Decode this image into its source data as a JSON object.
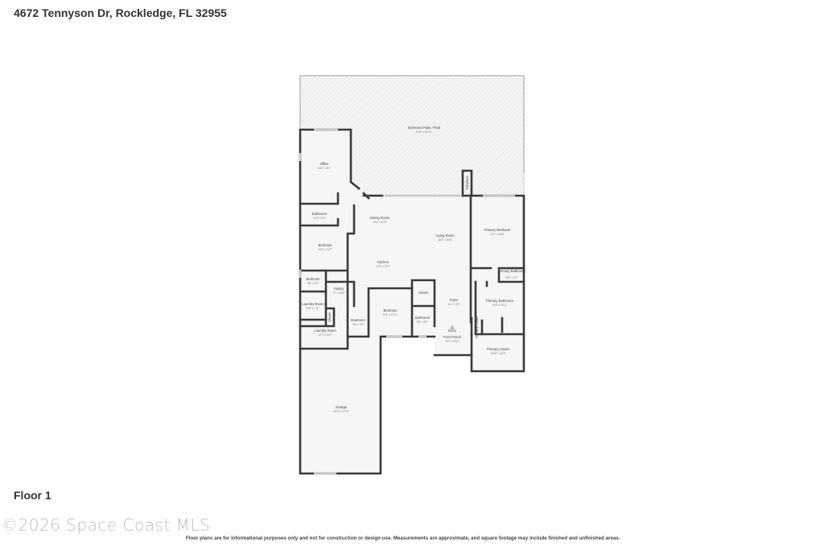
{
  "header": {
    "address": "4672 Tennyson Dr, Rockledge, FL 32955"
  },
  "floor_label": "Floor 1",
  "watermark": "©2026 Space Coast MLS",
  "disclaimer": "Floor plans are for informational purposes only and not for construction or design use. Measurements are approximate, and square footage may include finished and unfinished areas.",
  "rooms": [
    {
      "name": "Screened Patio / Pool",
      "dims": "67'6\" x 32'10\""
    },
    {
      "name": "Office",
      "dims": "13'8\" x 20'7\""
    },
    {
      "name": "Bathroom",
      "dims": "10'2\" x 5'3\""
    },
    {
      "name": "Bedroom",
      "dims": "14'3\" x 12'7\""
    },
    {
      "name": "Dining Room",
      "dims": "14'1\" x 11'5\""
    },
    {
      "name": "Living Room",
      "dims": "18'2\" x 20'6\""
    },
    {
      "name": "Kitchen",
      "dims": "17'8\" x 12'7\""
    },
    {
      "name": "Primary Bedroom",
      "dims": "14'2\" x 18'8\""
    },
    {
      "name": "Primary Bathroom",
      "dims": "5'10\" x 3'7\""
    },
    {
      "name": "Bedroom",
      "dims": "8'8\" x 9'3\""
    },
    {
      "name": "Pantry",
      "dims": "7'1\" x 8'10\""
    },
    {
      "name": "Laundry Room",
      "dims": "8'8\" x 7'11\""
    },
    {
      "name": "Laundry Room",
      "dims": "12'7\" x 11'6\""
    },
    {
      "name": "Mudroom",
      "dims": "5'8\" x 7'6\""
    },
    {
      "name": "Bedroom",
      "dims": "11'8\" x 12'11\""
    },
    {
      "name": "Closet",
      "dims": ""
    },
    {
      "name": "Bathroom",
      "dims": "9'5\" x 8'8\""
    },
    {
      "name": "Foyer",
      "dims": "11'4\" x 9'5\""
    },
    {
      "name": "Entry",
      "dims": ""
    },
    {
      "name": "Front Porch",
      "dims": "10'2\" x 8'10\""
    },
    {
      "name": "Primary Bathroom",
      "dims": "12'8\" x 15'11\""
    },
    {
      "name": "Primary Closet",
      "dims": "13'10\" x 10'0\""
    },
    {
      "name": "Garage",
      "dims": "23'11\" x 37'8\""
    },
    {
      "name": "Fireplace",
      "dims": ""
    },
    {
      "name": "Closet",
      "dims": ""
    },
    {
      "name": "Primary Closet",
      "dims": ""
    }
  ]
}
